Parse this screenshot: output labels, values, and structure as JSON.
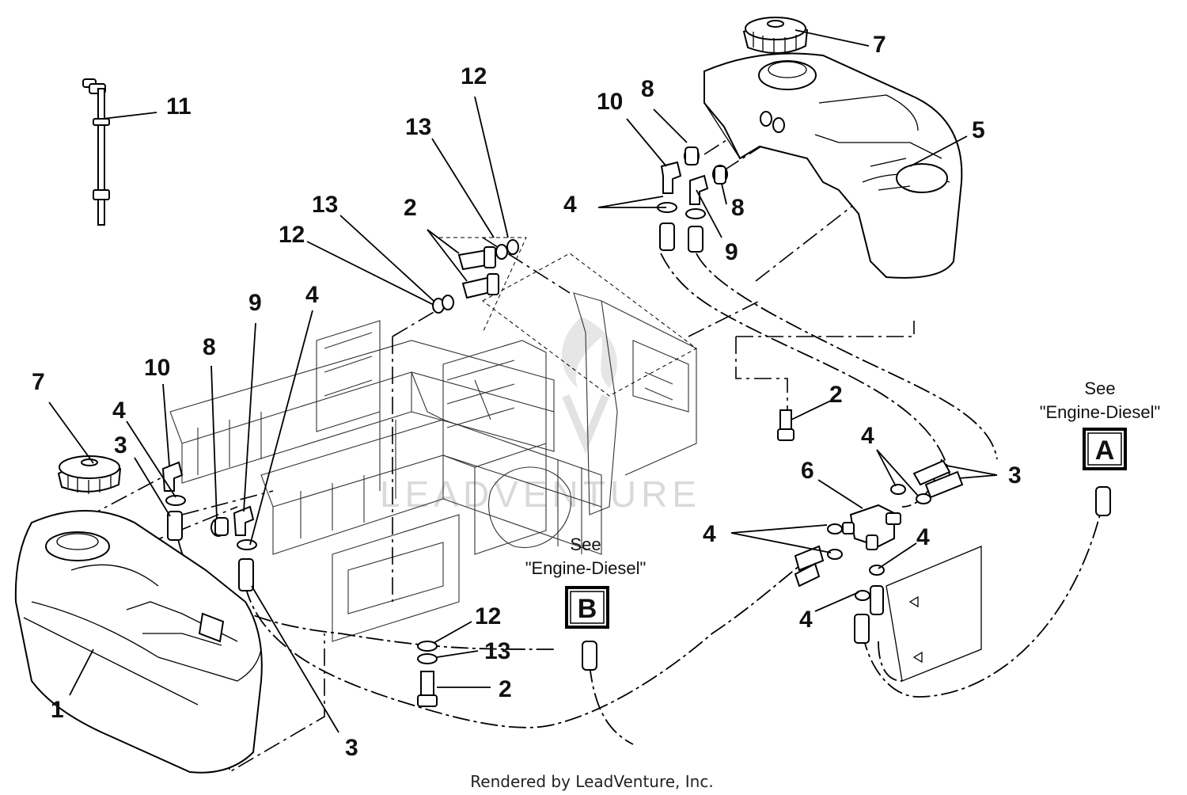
{
  "callouts": [
    {
      "n": "11"
    },
    {
      "n": "12"
    },
    {
      "n": "13"
    },
    {
      "n": "2"
    },
    {
      "n": "13"
    },
    {
      "n": "12"
    },
    {
      "n": "10"
    },
    {
      "n": "8"
    },
    {
      "n": "4"
    },
    {
      "n": "7"
    },
    {
      "n": "8"
    },
    {
      "n": "9"
    },
    {
      "n": "5"
    },
    {
      "n": "7"
    },
    {
      "n": "10"
    },
    {
      "n": "4"
    },
    {
      "n": "3"
    },
    {
      "n": "8"
    },
    {
      "n": "9"
    },
    {
      "n": "4"
    },
    {
      "n": "2"
    },
    {
      "n": "4"
    },
    {
      "n": "6"
    },
    {
      "n": "3"
    },
    {
      "n": "4"
    },
    {
      "n": "4"
    },
    {
      "n": "4"
    },
    {
      "n": "12"
    },
    {
      "n": "13"
    },
    {
      "n": "2"
    },
    {
      "n": "1"
    },
    {
      "n": "3"
    }
  ],
  "references": [
    {
      "see": "See",
      "target": "\"Engine-Diesel\"",
      "letter": "A"
    },
    {
      "see": "See",
      "target": "\"Engine-Diesel\"",
      "letter": "B"
    }
  ],
  "watermark": "LEADVENTURE",
  "footer": "Rendered by LeadVenture, Inc."
}
